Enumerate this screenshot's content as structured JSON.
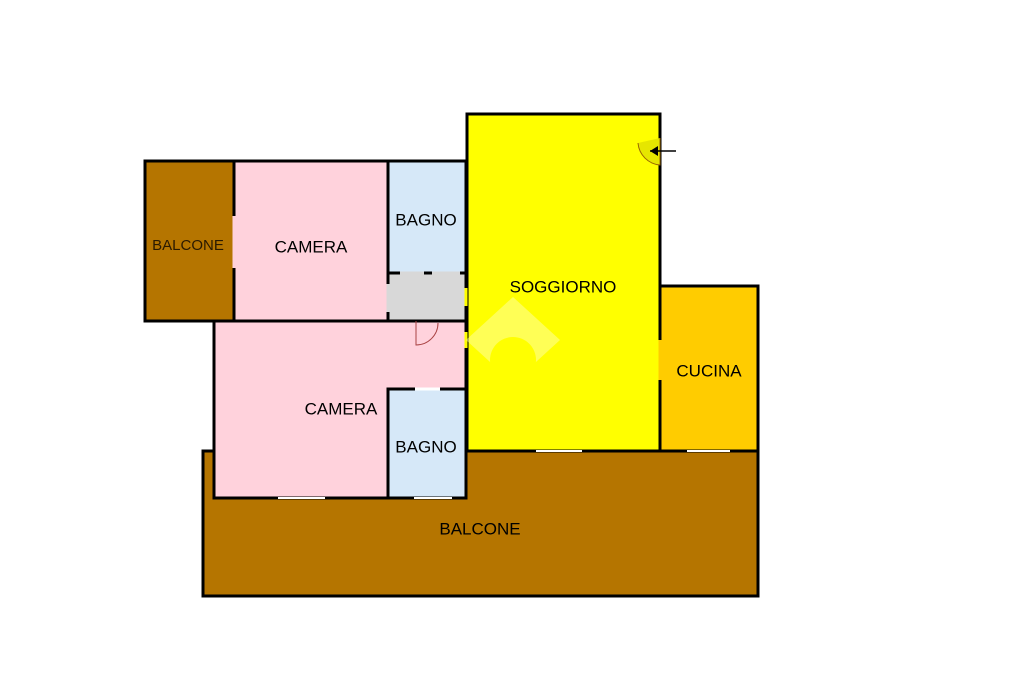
{
  "colors": {
    "balcone": "#b57500",
    "camera": "#ffd2dc",
    "bagno": "#d6e8f8",
    "soggiorno": "#ffff00",
    "cucina": "#ffcc00",
    "disimpegno": "#d8d8d8",
    "wall": "#000000"
  },
  "icons": {
    "entrance": "entrance-arrow-icon",
    "watermark": "house-logo-icon"
  },
  "rooms": {
    "balcone_small": {
      "label": "BALCONE"
    },
    "camera_top": {
      "label": "CAMERA"
    },
    "bagno_top": {
      "label": "BAGNO"
    },
    "soggiorno": {
      "label": "SOGGIORNO"
    },
    "cucina": {
      "label": "CUCINA"
    },
    "camera_bottom": {
      "label": "CAMERA"
    },
    "bagno_bottom": {
      "label": "BAGNO"
    },
    "balcone_large": {
      "label": "BALCONE"
    }
  }
}
